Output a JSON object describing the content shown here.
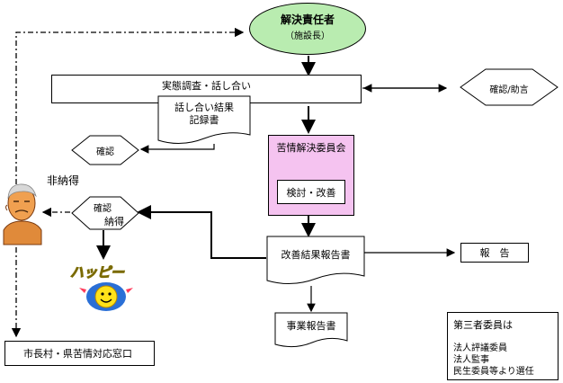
{
  "nodes": {
    "resolver_title": "解決責任者",
    "resolver_sub": "（施設長）",
    "fact_finding": "実態調査・話し合い",
    "record_line1": "話し合い結果",
    "record_line2": "記録書",
    "advice": "確認/助言",
    "committee_title": "苦情解決委員会",
    "committee_inner": "検討・改善",
    "confirm_top": "確認",
    "not_accepted": "非納得",
    "confirm_mid": "確認",
    "accepted": "納得",
    "improve_report": "改善結果報告書",
    "report": "報　告",
    "business_report": "事業報告書",
    "municipal": "市長村・県苦情対応窓口",
    "third_party_title": "第三者委員は",
    "third_party_1": "法人評議委員",
    "third_party_2": "法人監事",
    "third_party_3": "民生委員等より選任",
    "happy_text": "ハッピー"
  },
  "colors": {
    "ellipse_fill": "#b9ecb0",
    "committee_fill": "#f5c3f0",
    "happy_text": "#e8e800",
    "happy_face": "#ffe21a",
    "happy_ring": "#2a6fd6",
    "old_man_skin": "#f0a050"
  }
}
